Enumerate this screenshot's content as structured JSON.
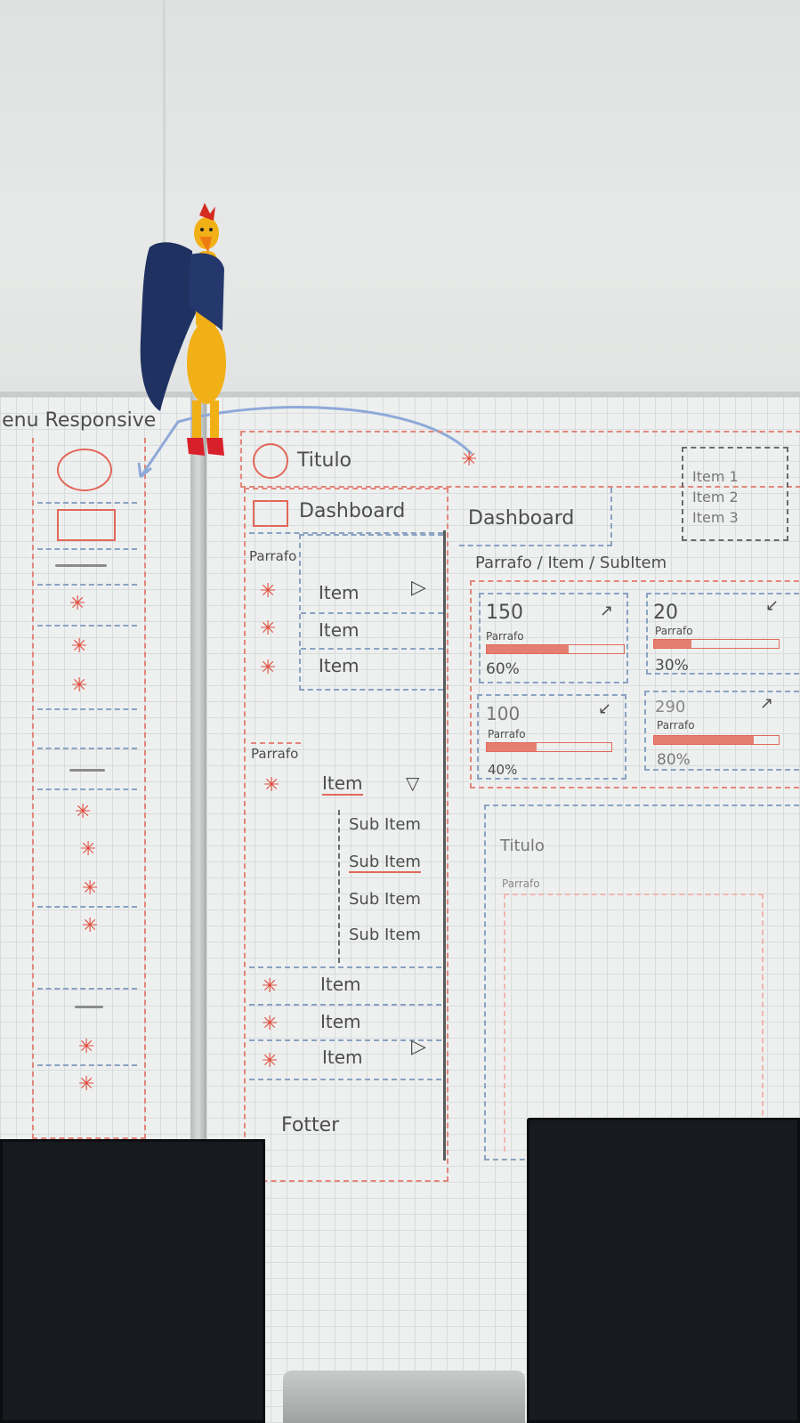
{
  "scene": {
    "description_colors": {
      "marker_red": "#e04c3c",
      "marker_blue": "#8aa2c2",
      "marker_gray": "#4d4d4d",
      "monitor": "#171b20"
    }
  },
  "left_board": {
    "title": "lenu Responsive"
  },
  "right_board": {
    "header_title": "Titulo",
    "sidebar": {
      "dashboard": "Dashboard",
      "group1_label": "Parrafo",
      "items1": [
        "Item",
        "Item",
        "Item"
      ],
      "group2_label": "Parrafo",
      "expand_item": "Item",
      "sub_items": [
        "Sub Item",
        "Sub Item",
        "Sub Item",
        "Sub Item"
      ],
      "items2": [
        "Item",
        "Item",
        "Item"
      ],
      "footer": "Fotter"
    },
    "main": {
      "page_title": "Dashboard",
      "breadcrumb": "Parrafo / Item / SubItem",
      "dropdown_items": [
        "Item 1",
        "Item 2",
        "Item 3"
      ],
      "cards": [
        {
          "value": "150",
          "label": "Parrafo",
          "percent_text": "60%",
          "percent": 60,
          "arrow": "↗"
        },
        {
          "value": "20",
          "label": "Parrafo",
          "percent_text": "30%",
          "percent": 30,
          "arrow": "↙"
        },
        {
          "value": "100",
          "label": "Parrafo",
          "percent_text": "40%",
          "percent": 40,
          "arrow": "↙"
        },
        {
          "value": "290",
          "label": "Parrafo",
          "percent_text": "80%",
          "percent": 80,
          "arrow": "↗"
        }
      ],
      "panel_title": "Titulo",
      "panel_text": "Parrafo"
    }
  }
}
